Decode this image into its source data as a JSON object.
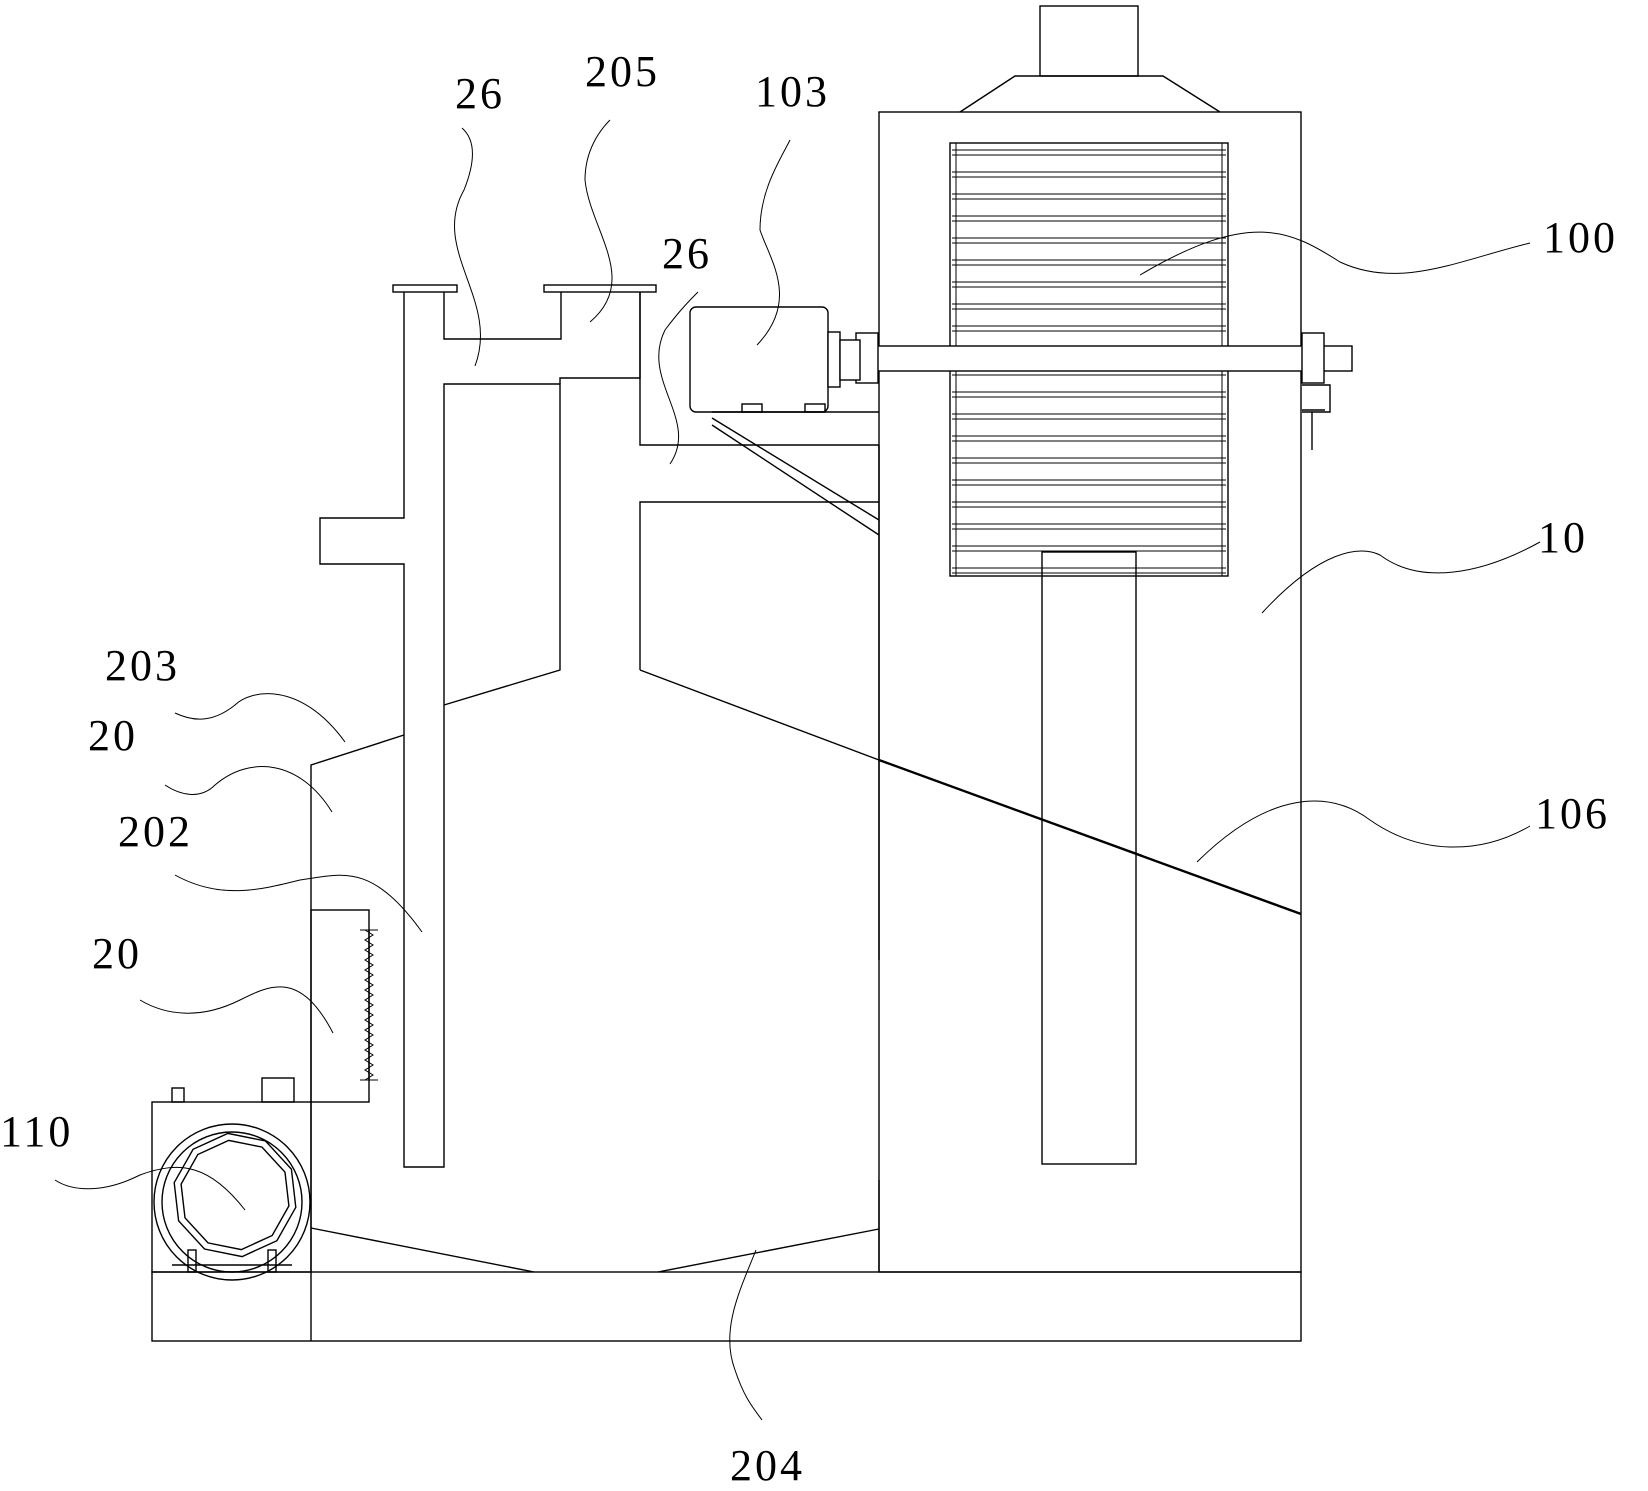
{
  "labels": {
    "l26a": "26",
    "l205": "205",
    "l103": "103",
    "l26b": "26",
    "l100": "100",
    "l10": "10",
    "l203": "203",
    "l20a": "20",
    "l202": "202",
    "l106": "106",
    "l20b": "20",
    "l110": "110",
    "l204": "204"
  }
}
